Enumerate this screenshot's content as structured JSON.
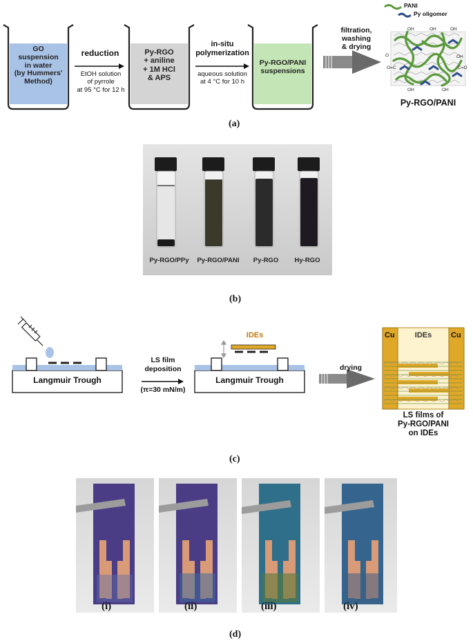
{
  "panel_a": {
    "label": "(a)",
    "beaker1": {
      "line1": "GO",
      "line2": "suspension",
      "line3": "in water",
      "line4": "(by Hummers'",
      "line5": "Method)"
    },
    "step1": {
      "title": "reduction",
      "line1": "EtOH solution",
      "line2": "of pyrrole",
      "line3": "at 95 °C for 12 h"
    },
    "beaker2": {
      "line1": "Py-RGO",
      "line2": "+ aniline",
      "line3": "+ 1M HCl",
      "line4": "& APS"
    },
    "step2": {
      "title1": "in-situ",
      "title2": "polymerization",
      "line1": "aqueous solution",
      "line2": "at 4 °C for 10 h"
    },
    "beaker3": {
      "line1": "Py-RGO/PANI",
      "line2": "suspensions"
    },
    "step3": {
      "line1": "filtration,",
      "line2": "washing",
      "line3": "& drying"
    },
    "legend": {
      "pani": "PANI",
      "py": "Py oligomer"
    },
    "product_label": "Py-RGO/PANI"
  },
  "panel_b": {
    "label": "(b)",
    "vials": [
      "Py-RGO/PPy",
      "Py-RGO/PANI",
      "Py-RGO",
      "Hy-RGO"
    ]
  },
  "panel_c": {
    "label": "(c)",
    "trough1": "Langmuir Trough",
    "step1": {
      "line1": "LS film",
      "line2": "deposition",
      "line3": "(π=30 mN/m)"
    },
    "ides_label": "IDEs",
    "trough2": "Langmuir Trough",
    "step2": "drying",
    "cu_left": "Cu",
    "cu_right": "Cu",
    "device_ides": "IDEs",
    "caption": {
      "line1": "LS films of",
      "line2": "Py-RGO/PANI",
      "line3": "on IDEs"
    }
  },
  "panel_d": {
    "label": "(d)",
    "samples": [
      "(i)",
      "(ii)",
      "(iii)",
      "(iv)"
    ]
  },
  "colors": {
    "go_fill": "#a9c3e6",
    "pyrgo_fill": "#d4d4d4",
    "pani_fill": "#c4e5b5",
    "pani_chain": "#5a9a3c",
    "py_oligomer": "#2f4e8a",
    "arrow": "#6a6a6a",
    "gold": "#e0a828"
  }
}
